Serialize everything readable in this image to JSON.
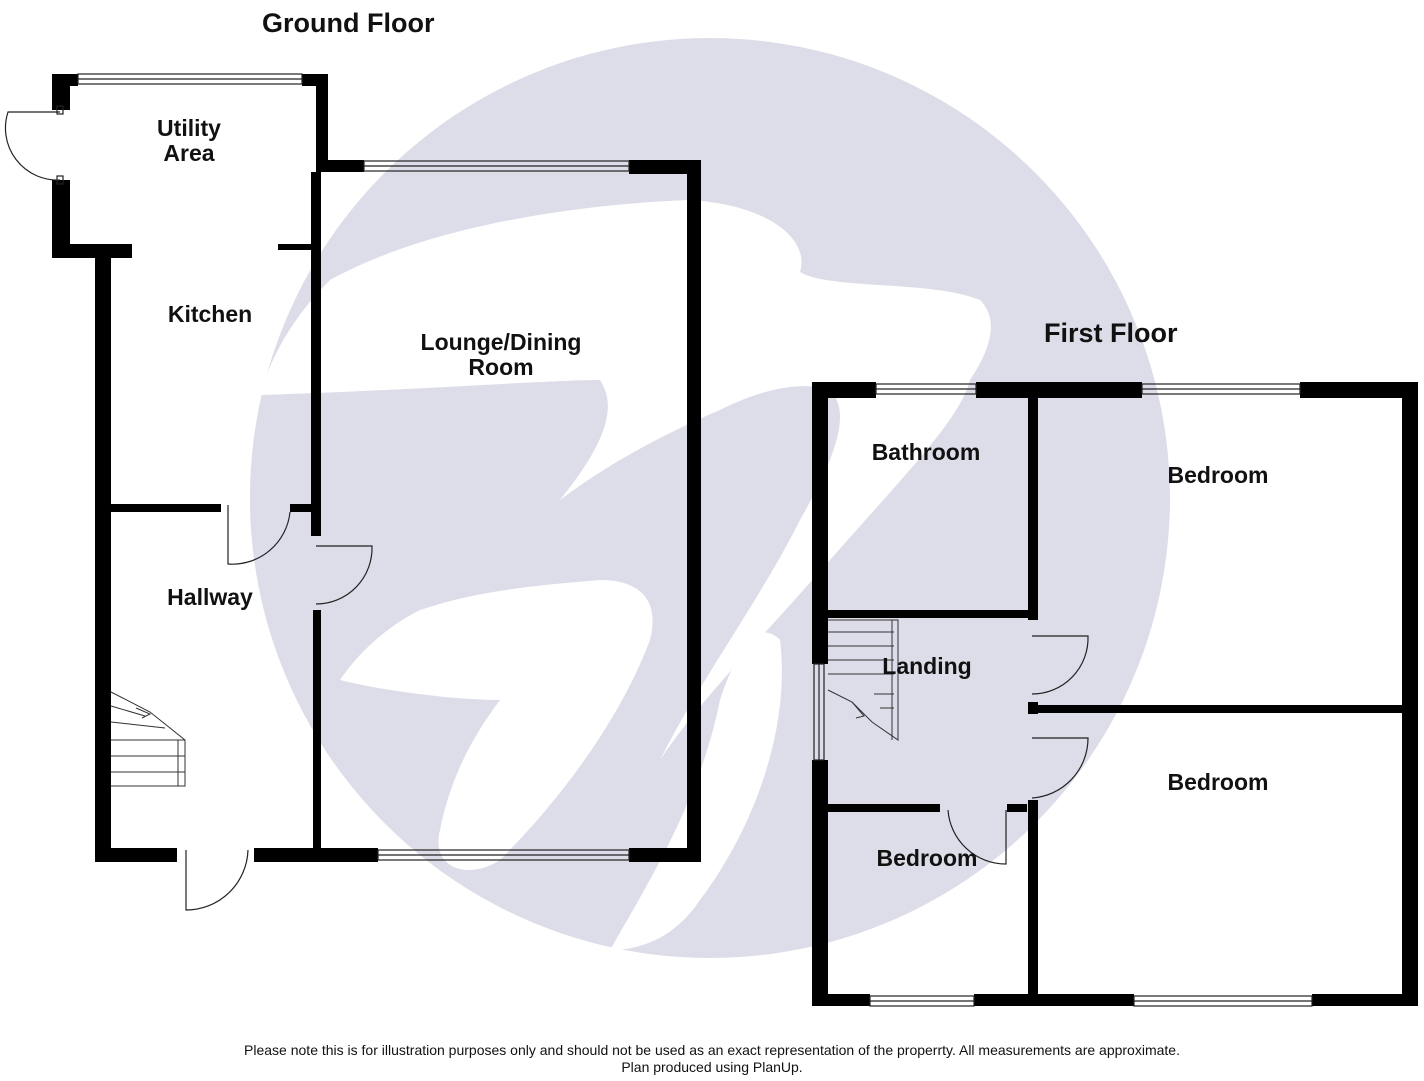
{
  "titles": {
    "ground": "Ground Floor",
    "first": "First Floor"
  },
  "rooms": {
    "utility_line1": "Utility",
    "utility_line2": "Area",
    "kitchen": "Kitchen",
    "lounge_line1": "Lounge/Dining",
    "lounge_line2": "Room",
    "hallway": "Hallway",
    "bathroom": "Bathroom",
    "bedroom_top_right": "Bedroom",
    "landing": "Landing",
    "bedroom_bottom_right": "Bedroom",
    "bedroom_small": "Bedroom"
  },
  "footer": {
    "line1": "Please note this is for illustration purposes only and should not be used as an exact representation of the properrty. All measurements are approximate.",
    "line2": "Plan produced using PlanUp."
  },
  "colors": {
    "wall": "#000000",
    "watermark": "#dcdde8",
    "text": "#111111"
  }
}
